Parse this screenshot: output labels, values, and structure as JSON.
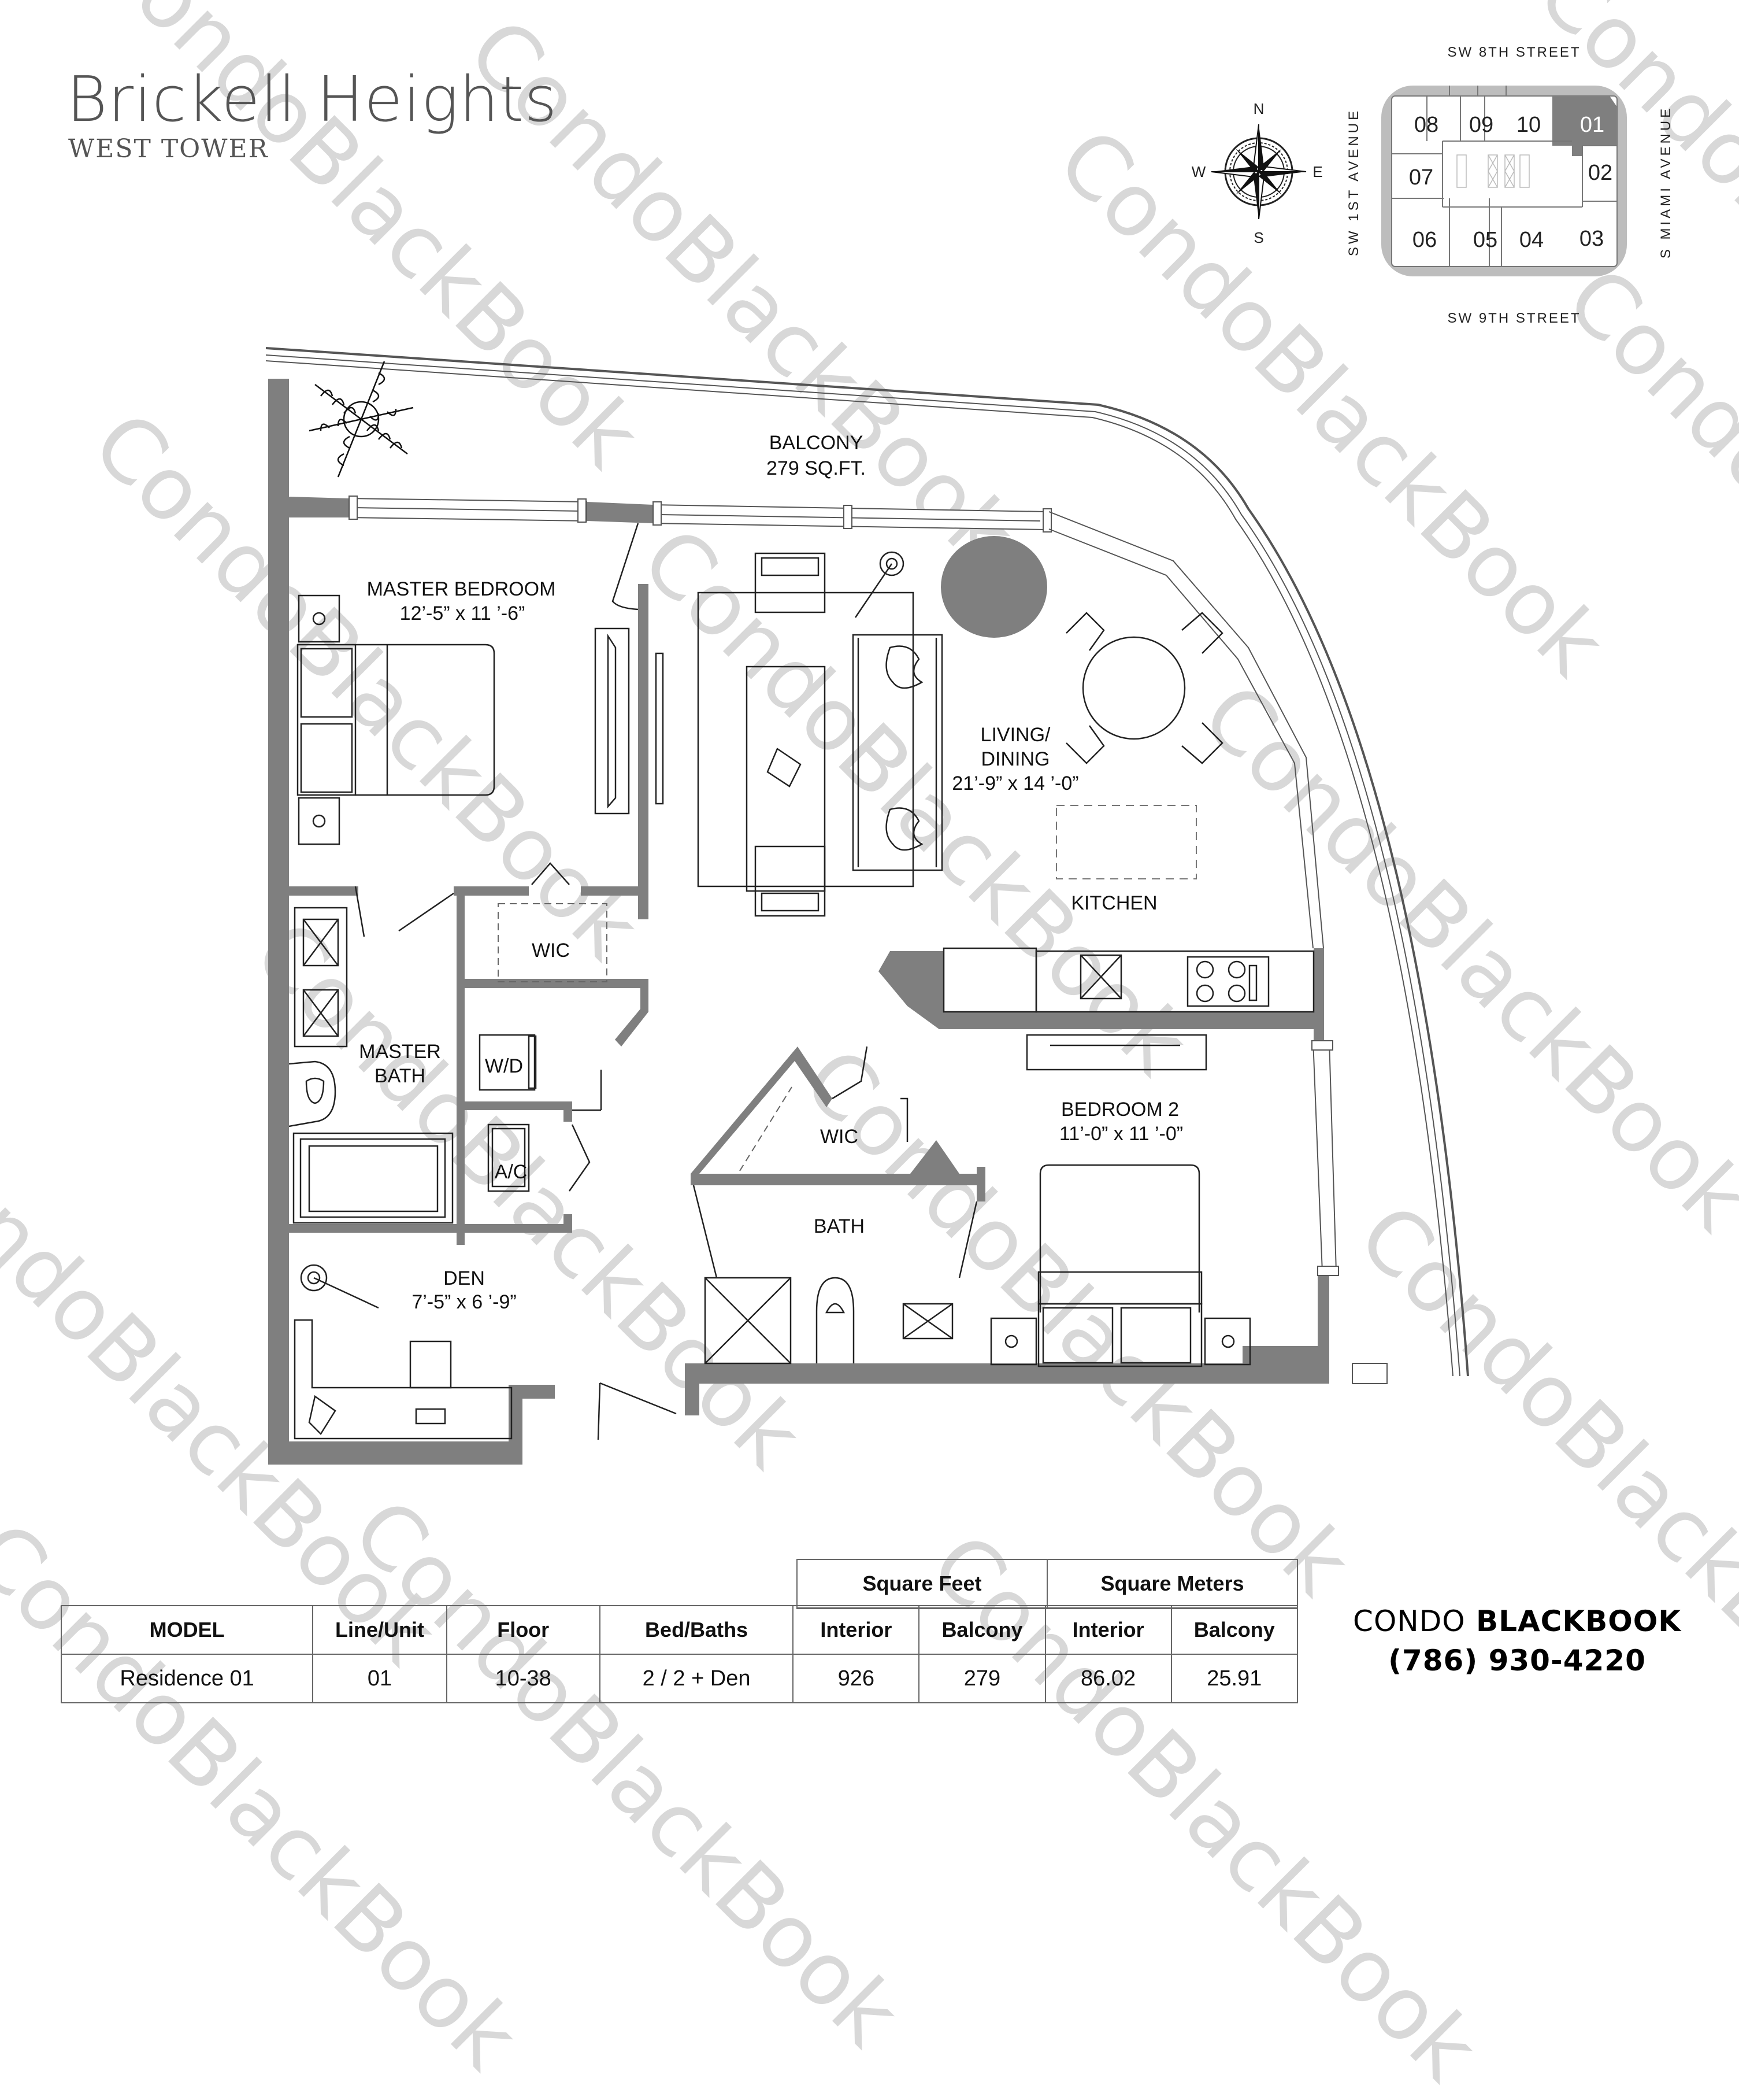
{
  "header": {
    "title": "Brickell Heights",
    "subtitle": "WEST TOWER"
  },
  "compass": {
    "n": "N",
    "s": "S",
    "e": "E",
    "w": "W"
  },
  "keyplan": {
    "streets": {
      "north": "SW  8TH STREET",
      "south": "SW  9TH STREET",
      "west": "SW  1ST AVENUE",
      "east": "S MIAMI AVENUE"
    },
    "units": [
      "08",
      "09",
      "10",
      "01",
      "07",
      "02",
      "06",
      "05",
      "04",
      "03"
    ],
    "highlighted_unit": "01",
    "highlight_color": "#7f7f7f"
  },
  "rooms": {
    "balcony": {
      "name": "BALCONY",
      "size": "279 SQ.FT."
    },
    "master_bedroom": {
      "name": "MASTER BEDROOM",
      "size": "12’-5” x 11 ’-6”"
    },
    "living_dining": {
      "name1": "LIVING/",
      "name2": "DINING",
      "size": "21’-9” x 14 ’-0”"
    },
    "kitchen": {
      "name": "KITCHEN"
    },
    "wic_master": {
      "name": "WIC"
    },
    "master_bath": {
      "name1": "MASTER",
      "name2": "BATH"
    },
    "wd": {
      "name": "W/D"
    },
    "ac": {
      "name": "A/C"
    },
    "wic_2": {
      "name": "WIC"
    },
    "bath": {
      "name": "BATH"
    },
    "bedroom2": {
      "name": "BEDROOM 2",
      "size": "11’-0” x 11 ’-0”"
    },
    "den": {
      "name": "DEN",
      "size": "7’-5” x 6 ’-9”"
    }
  },
  "spec_table": {
    "group_headers": {
      "sqft": "Square Feet",
      "sqm": "Square Meters"
    },
    "columns": [
      "MODEL",
      "Line/Unit",
      "Floor",
      "Bed/Baths",
      "Interior",
      "Balcony",
      "Interior",
      "Balcony"
    ],
    "row": [
      "Residence 01",
      "01",
      "10-38",
      "2 / 2 + Den",
      "926",
      "279",
      "86.02",
      "25.91"
    ]
  },
  "brand": {
    "name_light": "CONDO",
    "name_bold": "BLACKBOOK",
    "phone": "(786) 930-4220"
  },
  "watermark": {
    "text": "CondoBlackBook"
  },
  "colors": {
    "wall": "#7f7f7f",
    "line": "#333333",
    "watermark": "#d4d4d4"
  }
}
